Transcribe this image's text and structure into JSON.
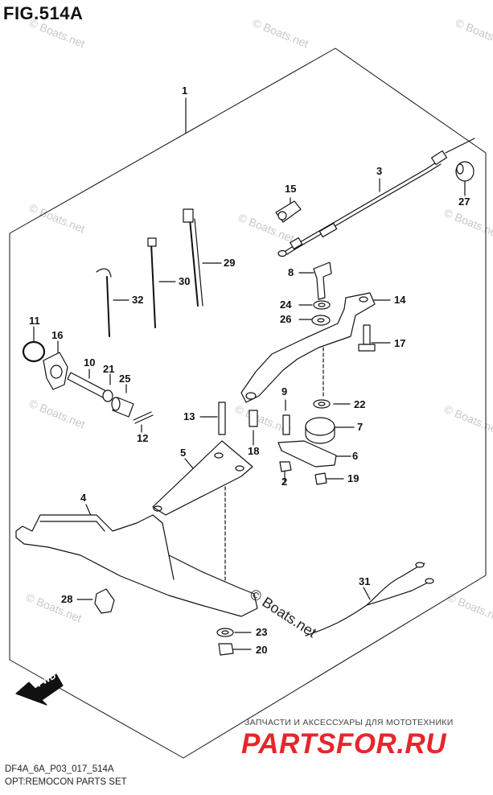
{
  "figure": {
    "title": "FIG.514A",
    "code": "DF4A_6A_P03_017_514A",
    "name": "OPT:REMOCON PARTS SET"
  },
  "watermark": {
    "text": "© Boats.net",
    "color": "#c8c8c8"
  },
  "site": {
    "tagline": "ЗАПЧАСТИ И АКСЕССУАРЫ ДЛЯ МОТОТЕХНИКИ",
    "logo": "PARTSFOR.RU",
    "logo_color": "#e7262c"
  },
  "fwd": {
    "label": "FWD",
    "icon": "forward-arrow-icon"
  },
  "callouts": [
    {
      "id": "1",
      "label": "1"
    },
    {
      "id": "2",
      "label": "2"
    },
    {
      "id": "3",
      "label": "3"
    },
    {
      "id": "4",
      "label": "4"
    },
    {
      "id": "5",
      "label": "5"
    },
    {
      "id": "6",
      "label": "6"
    },
    {
      "id": "7",
      "label": "7"
    },
    {
      "id": "8",
      "label": "8"
    },
    {
      "id": "9",
      "label": "9"
    },
    {
      "id": "10",
      "label": "10"
    },
    {
      "id": "11",
      "label": "11"
    },
    {
      "id": "12",
      "label": "12"
    },
    {
      "id": "13",
      "label": "13"
    },
    {
      "id": "14",
      "label": "14"
    },
    {
      "id": "15",
      "label": "15"
    },
    {
      "id": "16",
      "label": "16"
    },
    {
      "id": "17",
      "label": "17"
    },
    {
      "id": "18",
      "label": "18"
    },
    {
      "id": "19",
      "label": "19"
    },
    {
      "id": "20",
      "label": "20"
    },
    {
      "id": "21",
      "label": "21"
    },
    {
      "id": "22",
      "label": "22"
    },
    {
      "id": "23",
      "label": "23"
    },
    {
      "id": "24",
      "label": "24"
    },
    {
      "id": "25",
      "label": "25"
    },
    {
      "id": "26",
      "label": "26"
    },
    {
      "id": "27",
      "label": "27"
    },
    {
      "id": "28",
      "label": "28"
    },
    {
      "id": "29",
      "label": "29"
    },
    {
      "id": "30",
      "label": "30"
    },
    {
      "id": "31",
      "label": "31"
    },
    {
      "id": "32",
      "label": "32"
    }
  ]
}
